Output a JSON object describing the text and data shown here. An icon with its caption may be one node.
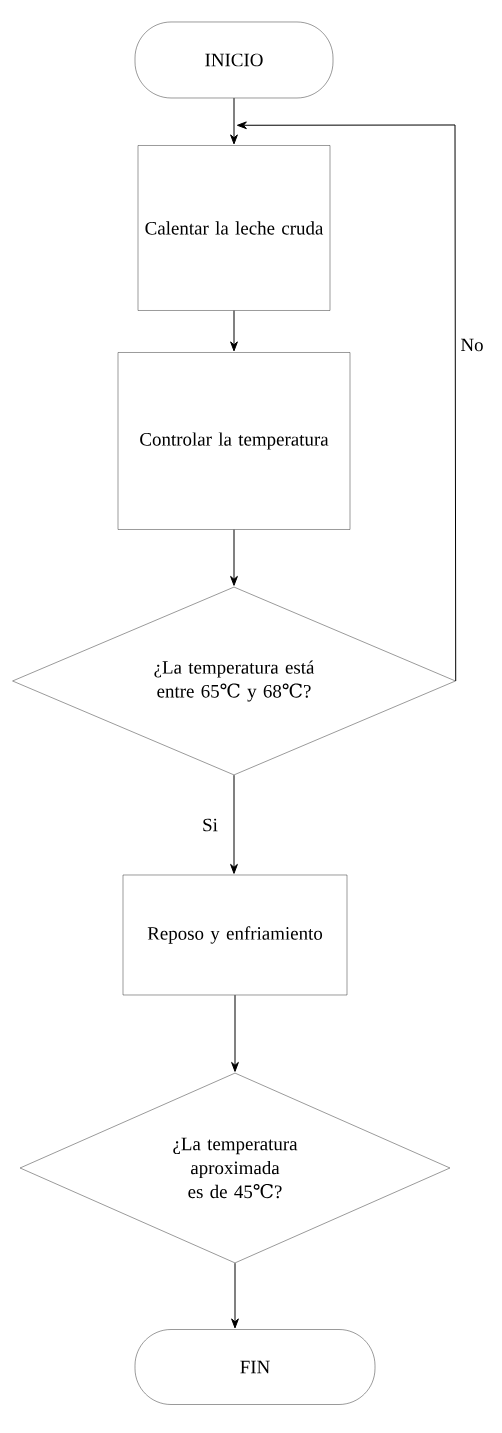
{
  "diagram": {
    "nodes": [
      {
        "text": [
          "INICIO"
        ]
      },
      {
        "text": [
          "Calentar la leche cruda"
        ]
      },
      {
        "text": [
          "Controlar la temperatura"
        ]
      },
      {
        "text": [
          "¿La temperatura está entre 65℃ y 68℃?"
        ]
      },
      {
        "text": [
          "Reposo y enfriamiento"
        ]
      },
      {
        "text": [
          "¿La temperatura aproximada es de 45℃?"
        ]
      },
      {
        "text": [
          "FIN"
        ]
      }
    ],
    "edges": [
      {
        "from": 0,
        "to": 1,
        "arrow": "to"
      },
      {
        "from": 1,
        "to": 2,
        "arrow": "to"
      },
      {
        "from": 2,
        "to": 3,
        "arrow": "to"
      },
      {
        "from": 3,
        "to": 4,
        "arrow": "to",
        "label": "Si"
      },
      {
        "from": 4,
        "to": 5,
        "arrow": "to"
      },
      {
        "from": 5,
        "to": 6,
        "arrow": "to"
      },
      {
        "from": 3,
        "to": 1,
        "arrow": "to",
        "label": "No"
      }
    ]
  }
}
